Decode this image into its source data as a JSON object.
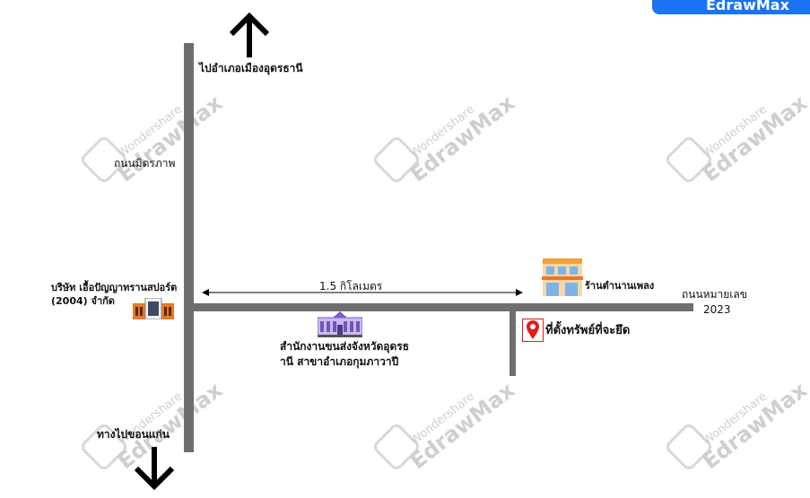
{
  "brand": {
    "name": "EdrawMax",
    "color": "#1a73f0"
  },
  "watermark": {
    "line1": "Wondershare",
    "line2": "EdrawMax"
  },
  "colors": {
    "road": "#6e6e6e",
    "pin": "#e31b23",
    "arrow": "#000000"
  },
  "directions": {
    "north": "ไปอำเภอเมืองอุดรธานี",
    "south": "ทางไปขอนแก่น",
    "north_icon": "arrow-up-icon",
    "south_icon": "arrow-down-icon"
  },
  "roads": {
    "vertical": "ถนนมิตรภาพ",
    "horizontal_line1": "ถนนหมายเลข",
    "horizontal_line2": "2023"
  },
  "distance": "1.5 กิโลเมตร",
  "landmarks": {
    "company_line1": "บริษัท เอื้อปัญญาทรานสปอร์ต",
    "company_line2": "(2004) จำกัด",
    "office_line1": "สำนักงานขนส่งจังหวัดอุดรธ",
    "office_line2": "านี สาขาอำเภอกุมภาวาปี",
    "shop": "ร้านตำนานเพลง"
  },
  "property": {
    "label": "ที่ตั้งทรัพย์ที่จะยึด",
    "icon": "location-pin-icon"
  }
}
